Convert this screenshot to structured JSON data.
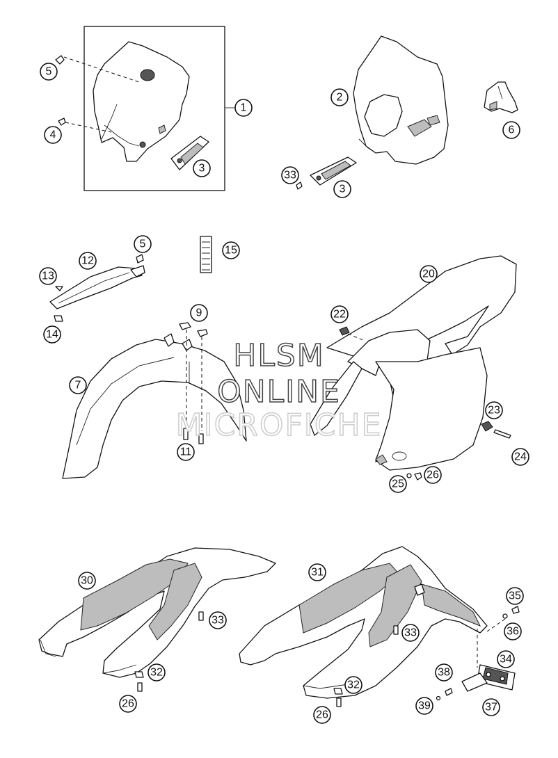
{
  "watermark": {
    "line1": "HLSM",
    "line2": "ONLINE",
    "line3": "MICROFICHE"
  },
  "callouts": {
    "c1": "1",
    "c2": "2",
    "c3a": "3",
    "c3b": "3",
    "c4": "4",
    "c5a": "5",
    "c5b": "5",
    "c6": "6",
    "c7": "7",
    "c9": "9",
    "c11": "11",
    "c12": "12",
    "c13": "13",
    "c14": "14",
    "c15": "15",
    "c20": "20",
    "c22": "22",
    "c23": "23",
    "c24": "24",
    "c25": "25",
    "c26a": "26",
    "c26b": "26",
    "c26c": "26",
    "c30": "30",
    "c31": "31",
    "c32a": "32",
    "c32b": "32",
    "c33a": "33",
    "c33b": "33",
    "c33c": "33",
    "c34": "34",
    "c35": "35",
    "c36": "36",
    "c37": "37",
    "c38": "38",
    "c39": "39"
  }
}
